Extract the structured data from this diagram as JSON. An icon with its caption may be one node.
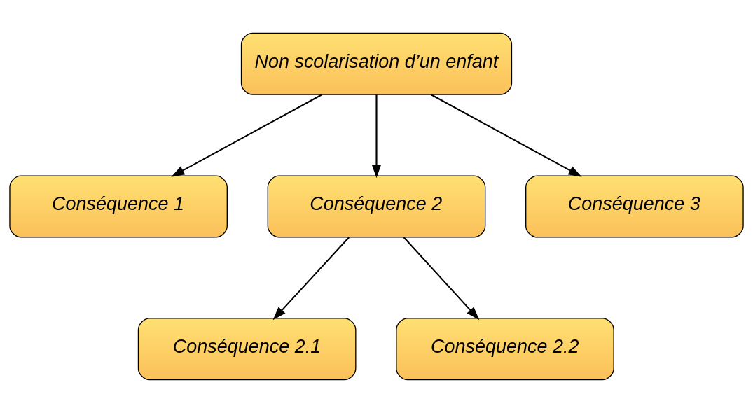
{
  "diagram": {
    "nodes": [
      {
        "text": [
          "Non scolarisation d’un enfant"
        ]
      },
      {
        "text": [
          "Conséquence 1"
        ]
      },
      {
        "text": [
          "Conséquence 2"
        ]
      },
      {
        "text": [
          "Conséquence 3"
        ]
      },
      {
        "text": [
          "Conséquence 2.1"
        ]
      },
      {
        "text": [
          "Conséquence 2.2"
        ]
      }
    ],
    "edges": [
      {
        "from": 0,
        "to": 1,
        "arrow": "to"
      },
      {
        "from": 0,
        "to": 2,
        "arrow": "to"
      },
      {
        "from": 0,
        "to": 3,
        "arrow": "to"
      },
      {
        "from": 2,
        "to": 4,
        "arrow": "to"
      },
      {
        "from": 2,
        "to": 5,
        "arrow": "to"
      }
    ]
  }
}
